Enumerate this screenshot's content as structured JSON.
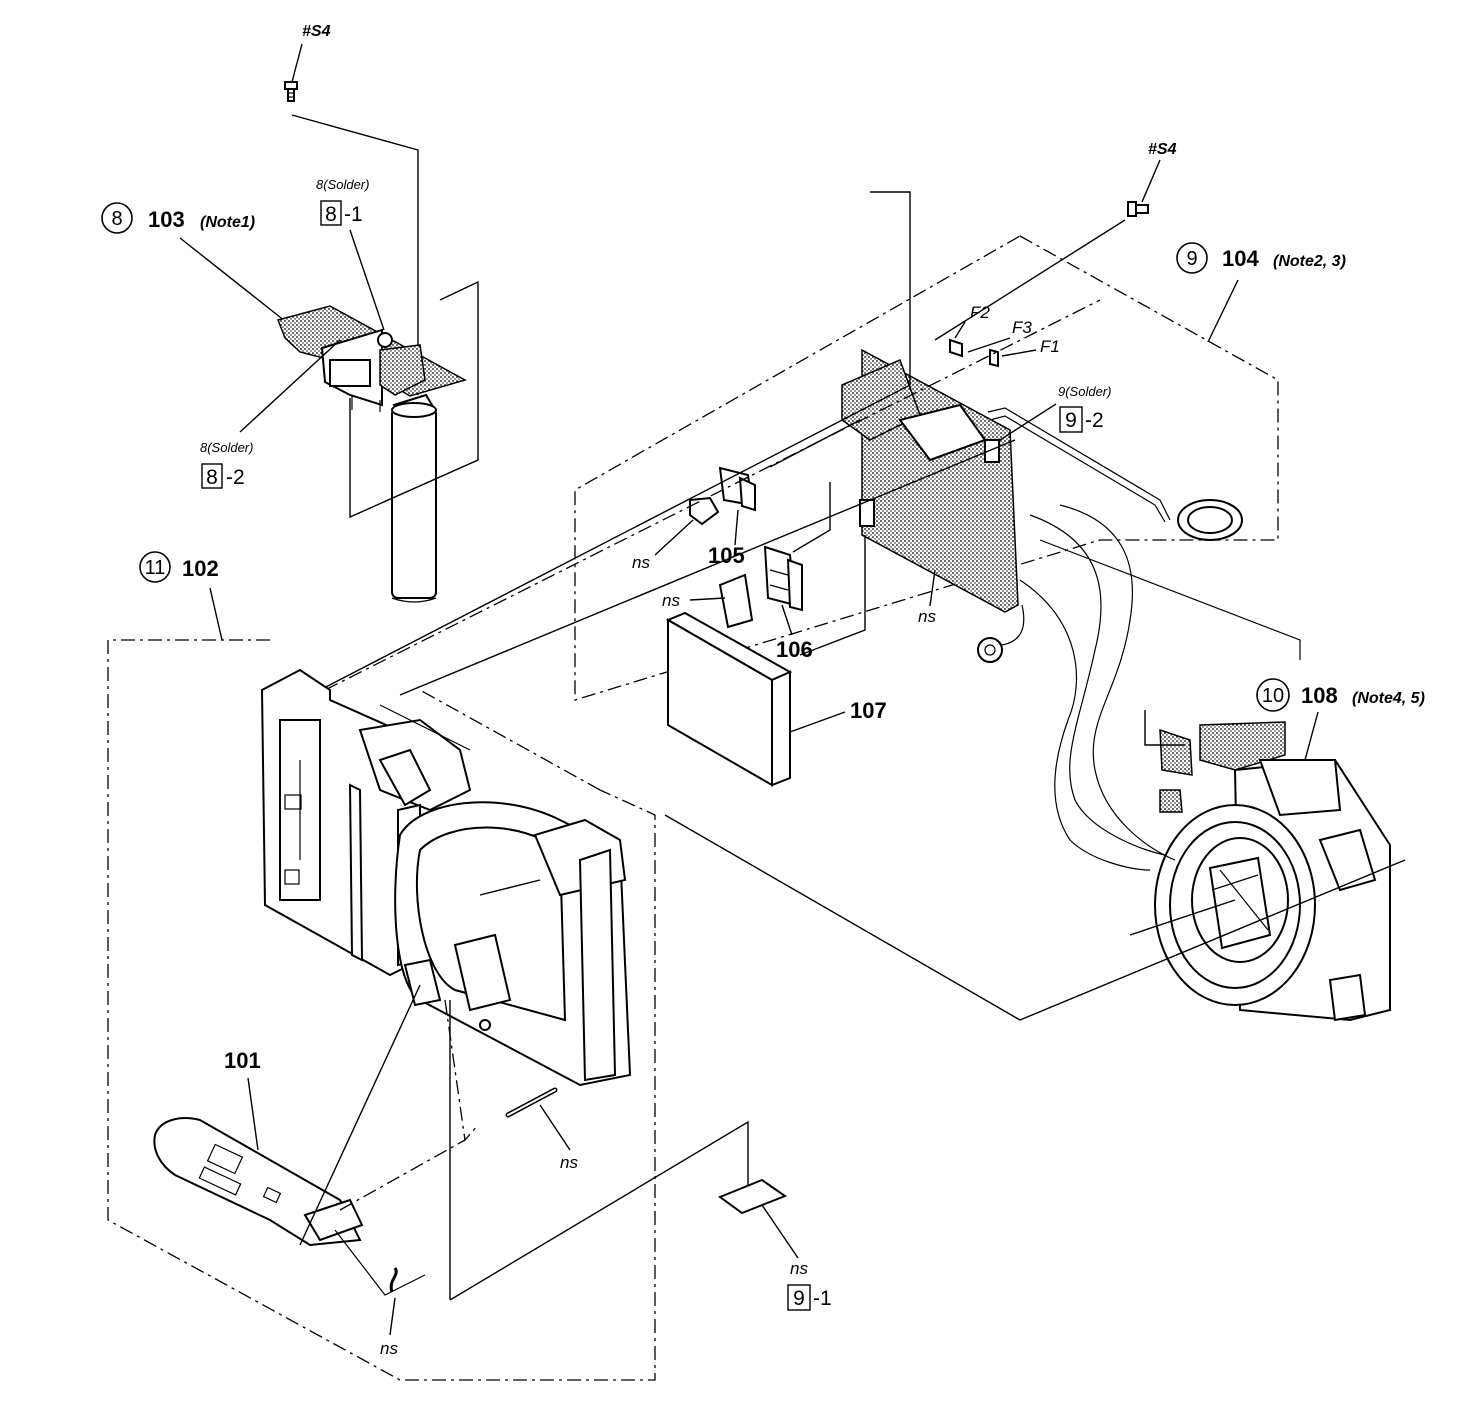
{
  "screws": [
    {
      "label": "#S4"
    },
    {
      "label": "#S4"
    }
  ],
  "assemblies": [
    {
      "circle": "8",
      "number": "103",
      "note": "(Note1)"
    },
    {
      "circle": "9",
      "number": "104",
      "note": "(Note2, 3)"
    },
    {
      "circle": "10",
      "number": "108",
      "note": "(Note4, 5)"
    },
    {
      "circle": "11",
      "number": "102",
      "note": ""
    }
  ],
  "solder_points": [
    {
      "label": "8(Solder)",
      "ref_box": "8",
      "ref_suffix": "-1"
    },
    {
      "label": "8(Solder)",
      "ref_box": "8",
      "ref_suffix": "-2"
    },
    {
      "label": "9(Solder)",
      "ref_box": "9",
      "ref_suffix": "-2"
    }
  ],
  "parts": {
    "p101": "101",
    "p105": "105",
    "p106": "106",
    "p107": "107"
  },
  "flex_labels": [
    "F2",
    "F3",
    "F1"
  ],
  "ns_label": "ns",
  "bottom_ref": {
    "ref_box": "9",
    "ref_suffix": "-1"
  }
}
